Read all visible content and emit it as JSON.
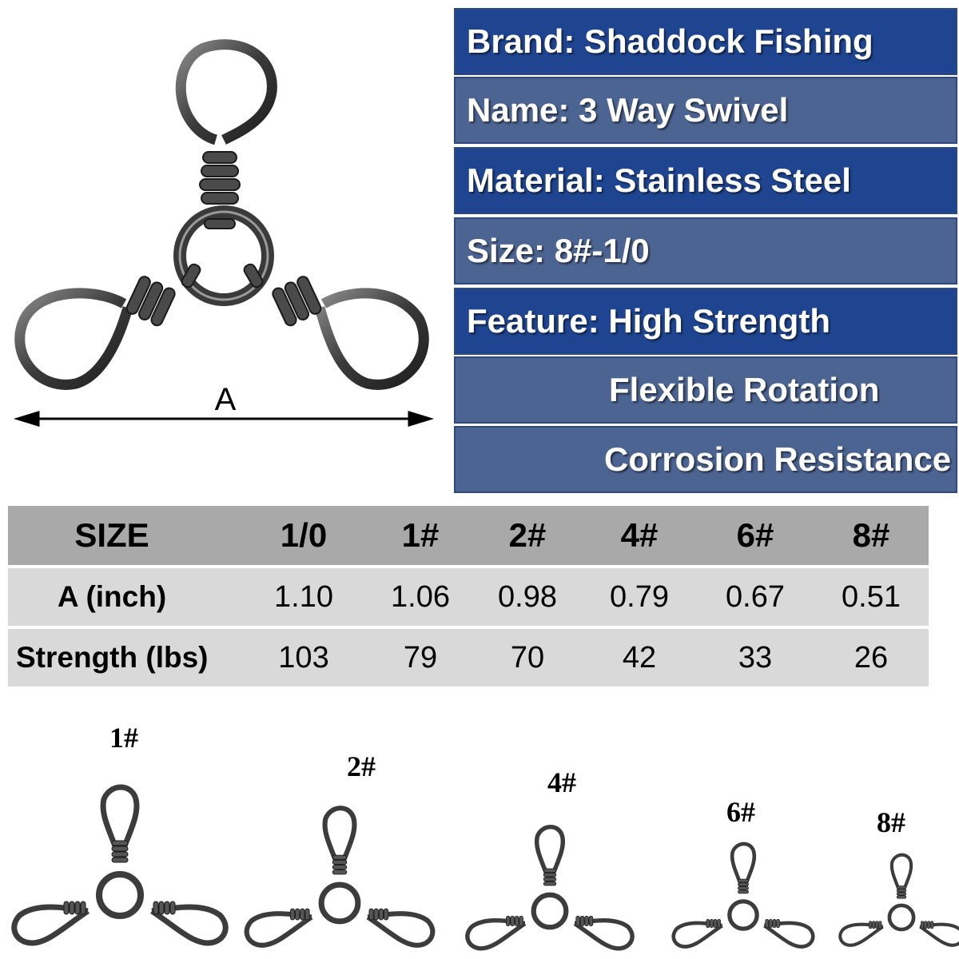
{
  "hero": {
    "dimension_label": "A"
  },
  "specs": [
    {
      "text": "Brand: Shaddock Fishing"
    },
    {
      "text": "Name: 3 Way Swivel"
    },
    {
      "text": "Material: Stainless Steel"
    },
    {
      "text": "Size: 8#-1/0"
    },
    {
      "text": "Feature: High Strength"
    },
    {
      "text": "Flexible Rotation"
    },
    {
      "text": "Corrosion Resistance"
    }
  ],
  "colors": {
    "spec_dark": "#1f4590",
    "spec_light": "#4c6491",
    "table_header": "#a9a9a9",
    "table_row": "#d9d9d9",
    "metal": "#3c3c3c"
  },
  "table": {
    "header": [
      "SIZE",
      "1/0",
      "1#",
      "2#",
      "4#",
      "6#",
      "8#"
    ],
    "rows": [
      {
        "label": "A (inch)",
        "values": [
          "1.10",
          "1.06",
          "0.98",
          "0.79",
          "0.67",
          "0.51"
        ]
      },
      {
        "label": "Strength (lbs)",
        "values": [
          "103",
          "79",
          "70",
          "42",
          "33",
          "26"
        ]
      }
    ]
  },
  "gallery": {
    "labels": [
      "1#",
      "2#",
      "4#",
      "6#",
      "8#"
    ]
  },
  "icons": {
    "swivel": "three-way-swivel-icon",
    "arrow": "double-arrow-icon"
  }
}
